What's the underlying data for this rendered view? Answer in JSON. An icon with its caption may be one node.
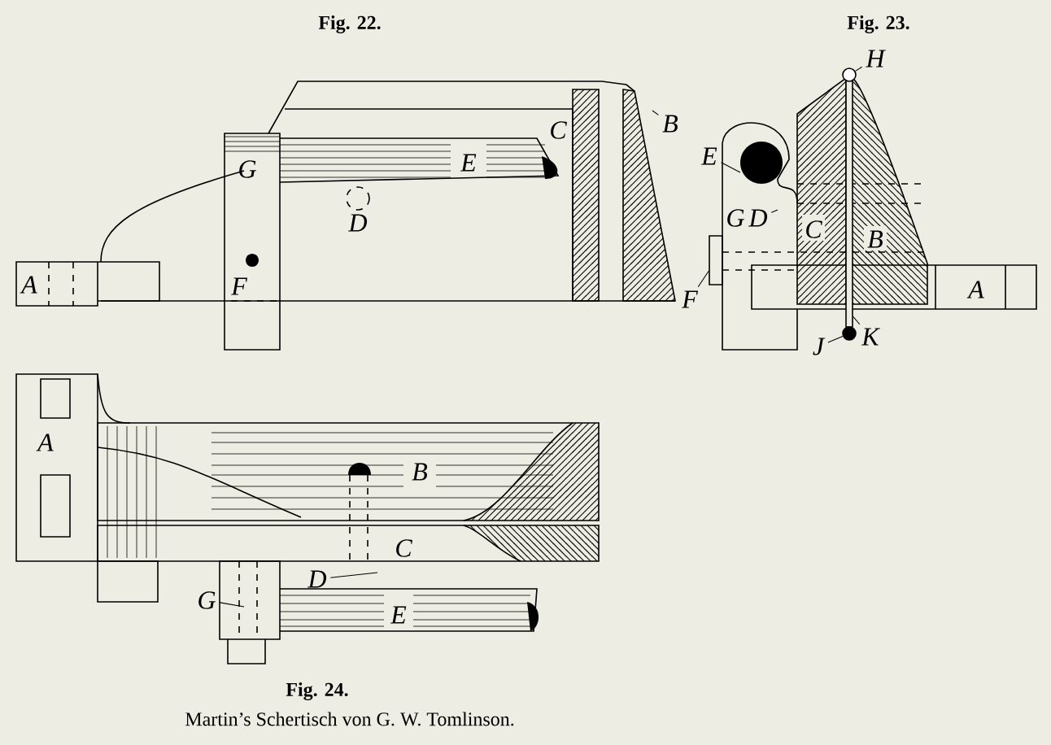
{
  "diagram": {
    "caption": "Martin’s Schertisch von G. W. Tomlinson.",
    "nodes": [
      {
        "text": [
          "B"
        ]
      },
      {
        "text": [
          "H"
        ]
      },
      {
        "text": [
          "E"
        ]
      },
      {
        "text": [
          "D"
        ]
      },
      {
        "text": [
          "F"
        ]
      },
      {
        "text": [
          "J"
        ]
      },
      {
        "text": [
          "K"
        ]
      },
      {
        "text": [
          "D"
        ]
      },
      {
        "text": [
          "G"
        ]
      },
      {
        "text": [],
        "shape": "circle"
      },
      {
        "text": [],
        "shape": "box"
      },
      {
        "text": [],
        "shape": "circle"
      },
      {
        "text": [],
        "shape": "bar"
      }
    ],
    "edges": [
      {
        "from": 0,
        "to": null,
        "arrow": "none"
      },
      {
        "from": 1,
        "to": 9,
        "arrow": "none"
      },
      {
        "from": 2,
        "to": null,
        "arrow": "none"
      },
      {
        "from": 3,
        "to": null,
        "arrow": "none"
      },
      {
        "from": 4,
        "to": 10,
        "arrow": "none"
      },
      {
        "from": 5,
        "to": 11,
        "arrow": "none"
      },
      {
        "from": 6,
        "to": 12,
        "arrow": "none"
      },
      {
        "from": 7,
        "to": null,
        "arrow": "none"
      },
      {
        "from": 8,
        "to": null,
        "arrow": "none"
      }
    ],
    "labels": [
      "Fig. 22.",
      "Fig. 23.",
      "C",
      "G",
      "E",
      "D",
      "A",
      "F",
      "G",
      "C",
      "B",
      "A",
      "A",
      "B",
      "C",
      "E",
      "Fig. 24."
    ]
  }
}
